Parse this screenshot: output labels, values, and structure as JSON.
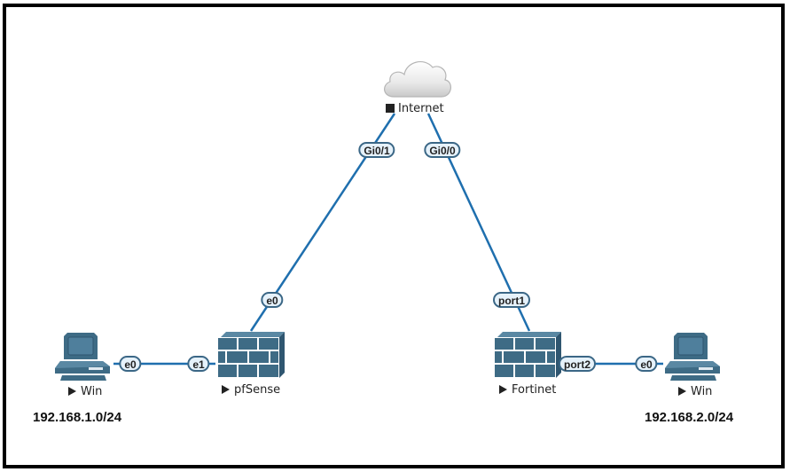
{
  "colors": {
    "link": "#1f6fae",
    "device": "#3e6b85",
    "device_dark": "#2f5670",
    "iface_bg": "#e6f2fb",
    "iface_border": "#3b6786"
  },
  "nodes": {
    "internet": {
      "label": "Internet",
      "icon": "cloud-icon",
      "status": "stopped"
    },
    "pfsense": {
      "label": "pfSense",
      "icon": "firewall-icon",
      "status": "play"
    },
    "fortinet": {
      "label": "Fortinet",
      "icon": "firewall-icon",
      "status": "play"
    },
    "win_left": {
      "label": "Win",
      "icon": "pc-icon",
      "status": "play"
    },
    "win_right": {
      "label": "Win",
      "icon": "pc-icon",
      "status": "play"
    }
  },
  "interfaces": {
    "internet_gi01": "Gi0/1",
    "internet_gi00": "Gi0/0",
    "pfsense_e0": "e0",
    "pfsense_e1": "e1",
    "fortinet_port1": "port1",
    "fortinet_port2": "port2",
    "win_left_e0": "e0",
    "win_right_e0": "e0"
  },
  "links": [
    {
      "from": "internet:Gi0/1",
      "to": "pfSense:e0"
    },
    {
      "from": "internet:Gi0/0",
      "to": "Fortinet:port1"
    },
    {
      "from": "Win:e0",
      "to": "pfSense:e1"
    },
    {
      "from": "Fortinet:port2",
      "to": "Win:e0"
    }
  ],
  "subnets": {
    "left": "192.168.1.0/24",
    "right": "192.168.2.0/24"
  }
}
